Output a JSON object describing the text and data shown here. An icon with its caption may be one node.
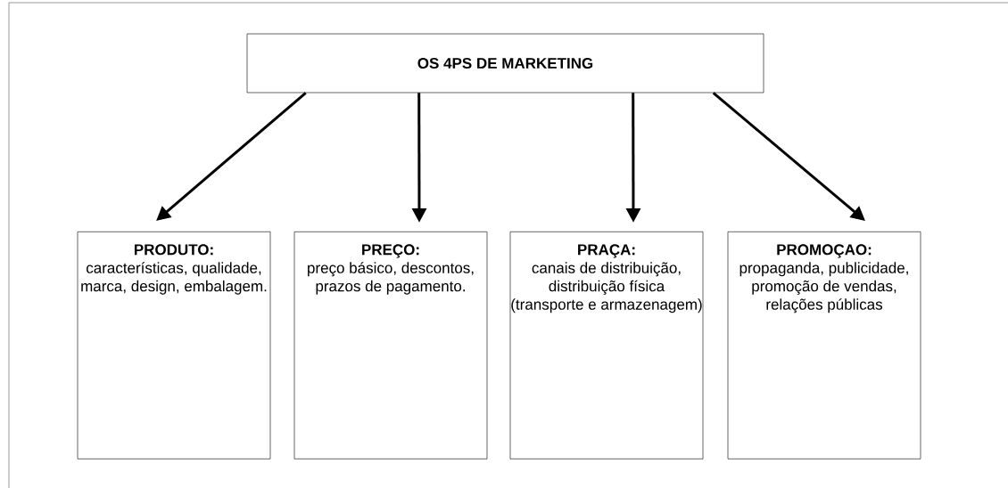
{
  "diagram": {
    "nodes": [
      {
        "text": [
          "OS 4PS DE MARKETING"
        ]
      },
      {
        "text": [
          "PRODUTO:",
          "características, qualidade, marca, design, embalagem."
        ]
      },
      {
        "text": [
          "PREÇO:",
          "preço básico, descontos, prazos de pagamento."
        ]
      },
      {
        "text": [
          "PRAÇA:",
          "canais de distribuição, distribuição física (transporte e armazenagem)"
        ]
      },
      {
        "text": [
          "PROMOÇAO:",
          "propaganda, publicidade, promoção de vendas, relações públicas"
        ]
      }
    ],
    "edges": [
      {
        "from": 0,
        "to": 1,
        "arrow": "to"
      },
      {
        "from": 0,
        "to": 2,
        "arrow": "to"
      },
      {
        "from": 0,
        "to": 3,
        "arrow": "to"
      },
      {
        "from": 0,
        "to": 4,
        "arrow": "to"
      }
    ]
  }
}
